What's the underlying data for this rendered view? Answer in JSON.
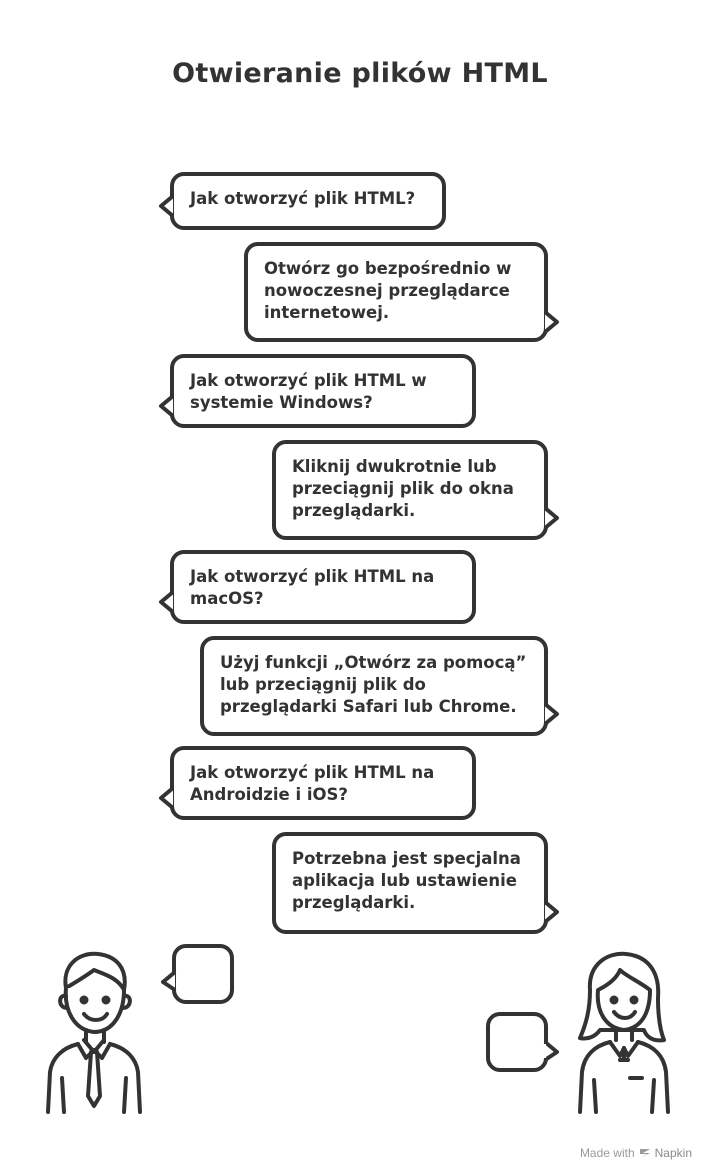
{
  "title": "Otwieranie plików HTML",
  "conversation": [
    {
      "speaker": "question",
      "text": "Jak otworzyć plik HTML?"
    },
    {
      "speaker": "answer",
      "text": "Otwórz go bezpośrednio w nowoczesnej przeglądarce internetowej."
    },
    {
      "speaker": "question",
      "text": "Jak otworzyć plik HTML w systemie Windows?"
    },
    {
      "speaker": "answer",
      "text": "Kliknij dwukrotnie lub przeciągnij plik do okna przeglądarki."
    },
    {
      "speaker": "question",
      "text": "Jak otworzyć plik HTML na macOS?"
    },
    {
      "speaker": "answer",
      "text": "Użyj funkcji „Otwórz za pomocą” lub przeciągnij plik do przeglądarki Safari lub Chrome."
    },
    {
      "speaker": "question",
      "text": "Jak otworzyć plik HTML na Androidzie i iOS?"
    },
    {
      "speaker": "answer",
      "text": "Potrzebna jest specjalna aplikacja lub ustawienie przeglądarki."
    }
  ],
  "footer": {
    "made_with": "Made with",
    "brand": "Napkin",
    "logo_icon": "napkin-logo-icon"
  }
}
